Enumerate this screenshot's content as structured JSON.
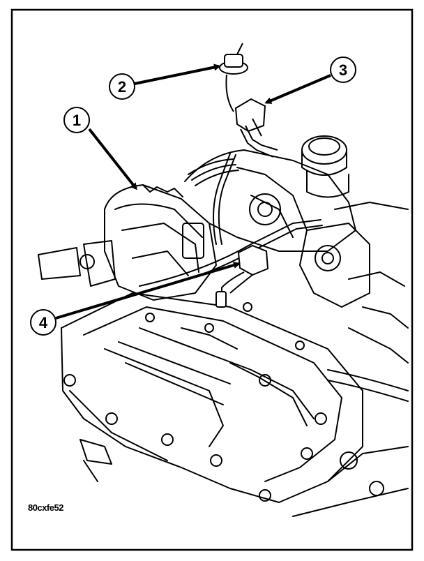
{
  "callouts": [
    {
      "label": "1"
    },
    {
      "label": "2"
    },
    {
      "label": "3"
    },
    {
      "label": "4"
    }
  ],
  "figure_id": "80cxfe52",
  "colors": {
    "ink": "#000000",
    "paper": "#ffffff"
  }
}
